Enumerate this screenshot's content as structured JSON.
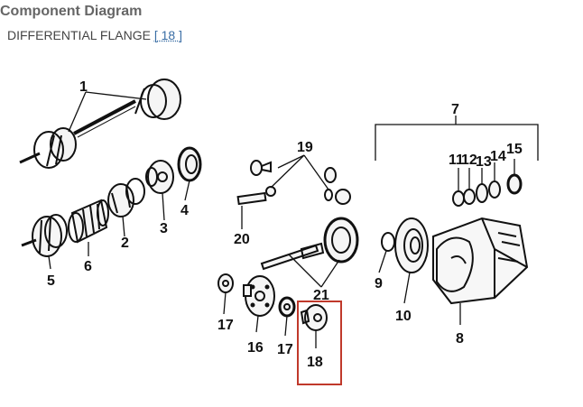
{
  "header": {
    "title": "Component Diagram",
    "part_name": "DIFFERENTIAL FLANGE",
    "bracket_open": "[",
    "qty": "18",
    "bracket_close": "]"
  },
  "callouts": {
    "c1": "1",
    "c2": "2",
    "c3": "3",
    "c4": "4",
    "c5": "5",
    "c6": "6",
    "c7": "7",
    "c8": "8",
    "c9": "9",
    "c10": "10",
    "c11": "11",
    "c12": "12",
    "c13": "13",
    "c14": "14",
    "c15": "15",
    "c16": "16",
    "c17a": "17",
    "c17b": "17",
    "c18": "18",
    "c19": "19",
    "c20": "20",
    "c21": "21"
  },
  "highlight": {
    "color": "#c0392b"
  }
}
